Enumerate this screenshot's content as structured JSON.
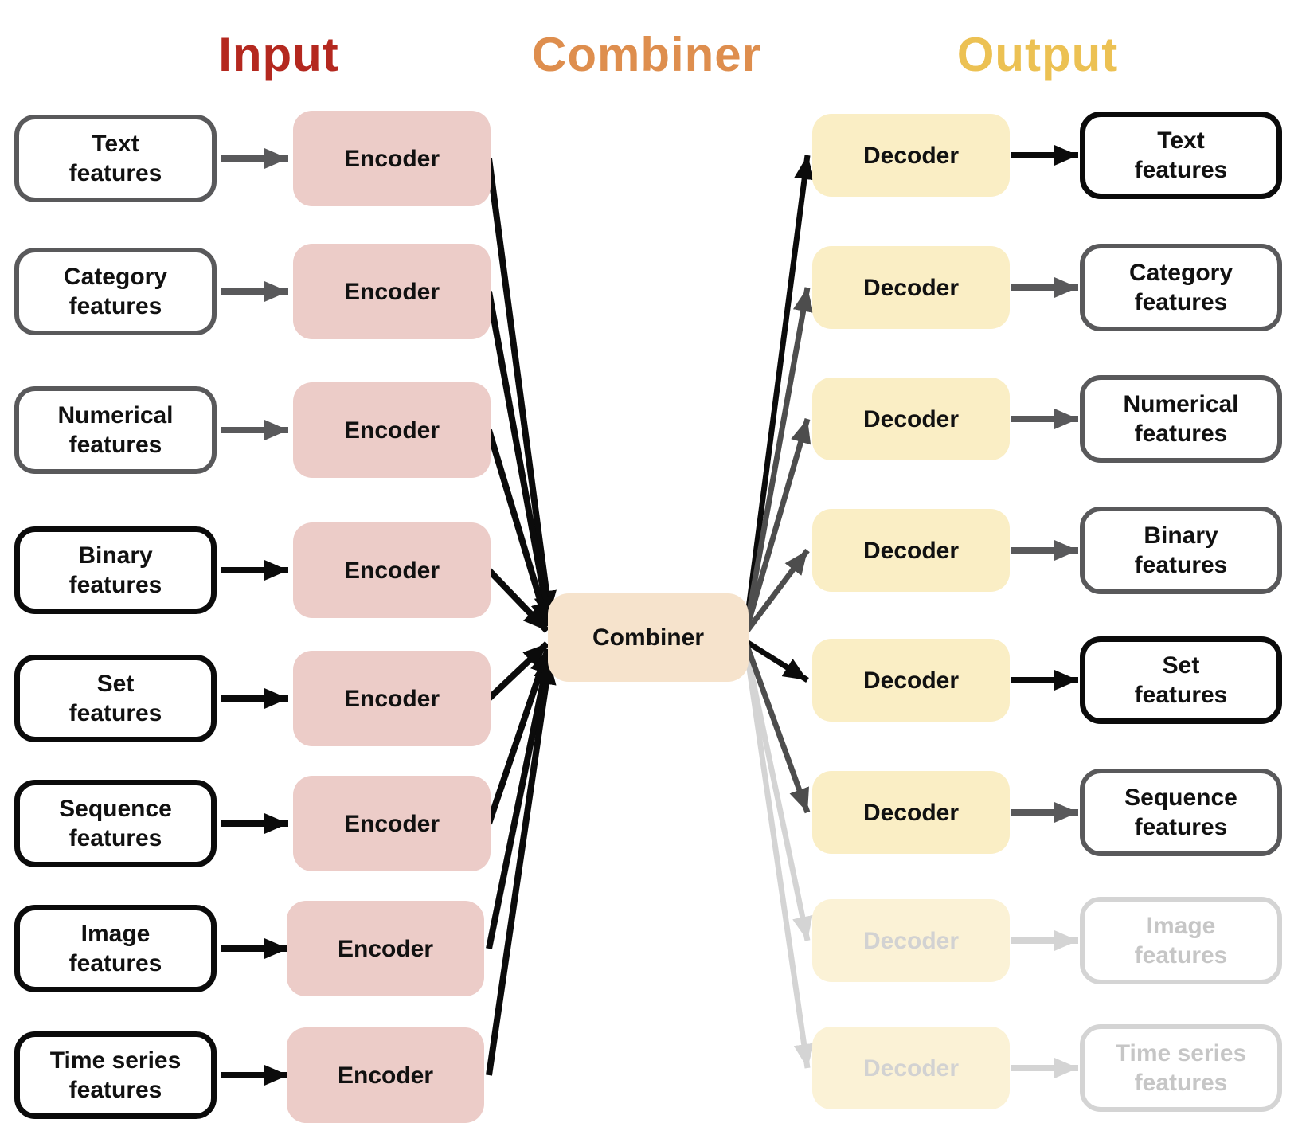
{
  "titles": {
    "input": "Input",
    "combiner": "Combiner",
    "output": "Output"
  },
  "labels": {
    "encoder": "Encoder",
    "decoder": "Decoder",
    "combiner": "Combiner"
  },
  "colors": {
    "input_title": "#B4281F",
    "combiner_title": "#DE8E4E",
    "output_title": "#ECC153",
    "encoder_fill": "#ECCCC8",
    "decoder_fill": "#FAEEC5",
    "combiner_fill": "#F6E3CC",
    "black": "#0B0B0B",
    "gray": "#59595B",
    "dark_gray_arrow": "#4D4D4D",
    "faded_gray": "#D4D4D4"
  },
  "input_rows": [
    {
      "label": "Text\nfeatures",
      "style": "gray"
    },
    {
      "label": "Category\nfeatures",
      "style": "gray"
    },
    {
      "label": "Numerical\nfeatures",
      "style": "gray"
    },
    {
      "label": "Binary\nfeatures",
      "style": "black"
    },
    {
      "label": "Set\nfeatures",
      "style": "black"
    },
    {
      "label": "Sequence\nfeatures",
      "style": "black"
    },
    {
      "label": "Image\nfeatures",
      "style": "black"
    },
    {
      "label": "Time series\nfeatures",
      "style": "black"
    }
  ],
  "output_rows": [
    {
      "label": "Text\nfeatures",
      "style": "black"
    },
    {
      "label": "Category\nfeatures",
      "style": "gray"
    },
    {
      "label": "Numerical\nfeatures",
      "style": "gray"
    },
    {
      "label": "Binary\nfeatures",
      "style": "gray"
    },
    {
      "label": "Set\nfeatures",
      "style": "black"
    },
    {
      "label": "Sequence\nfeatures",
      "style": "gray"
    },
    {
      "label": "Image\nfeatures",
      "style": "faded"
    },
    {
      "label": "Time series\nfeatures",
      "style": "faded"
    }
  ]
}
